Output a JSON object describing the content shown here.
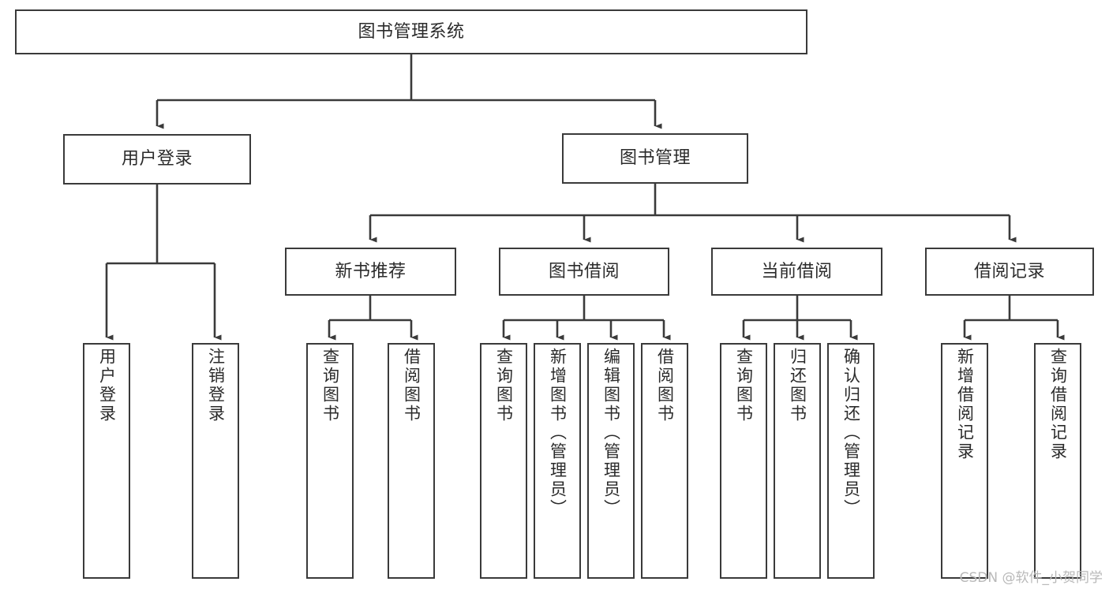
{
  "diagram": {
    "type": "tree-hierarchy",
    "title": "图书管理系统",
    "watermark": "CSDN @软件_小贺同学",
    "colors": {
      "background": "#ffffff",
      "border": "#3a3a3a",
      "text": "#2b2b2b",
      "connector": "#3a3a3a",
      "watermark": "#b9b9b9"
    },
    "nodes": {
      "root": {
        "label": "图书管理系统"
      },
      "level1": [
        {
          "label": "用户登录"
        },
        {
          "label": "图书管理"
        }
      ],
      "level2": [
        {
          "label": "新书推荐"
        },
        {
          "label": "图书借阅"
        },
        {
          "label": "当前借阅"
        },
        {
          "label": "借阅记录"
        }
      ],
      "leaves": {
        "user_login": [
          {
            "label": "用户登录"
          },
          {
            "label": "注销登录"
          }
        ],
        "new_book_recommend": [
          {
            "label": "查询图书"
          },
          {
            "label": "借阅图书"
          }
        ],
        "book_borrow": [
          {
            "label": "查询图书"
          },
          {
            "label": "新增图书（管理员）"
          },
          {
            "label": "编辑图书（管理员）"
          },
          {
            "label": "借阅图书"
          }
        ],
        "current_borrow": [
          {
            "label": "查询图书"
          },
          {
            "label": "归还图书"
          },
          {
            "label": "确认归还（管理员）"
          }
        ],
        "borrow_record": [
          {
            "label": "新增借阅记录"
          },
          {
            "label": "查询借阅记录"
          }
        ]
      }
    }
  }
}
